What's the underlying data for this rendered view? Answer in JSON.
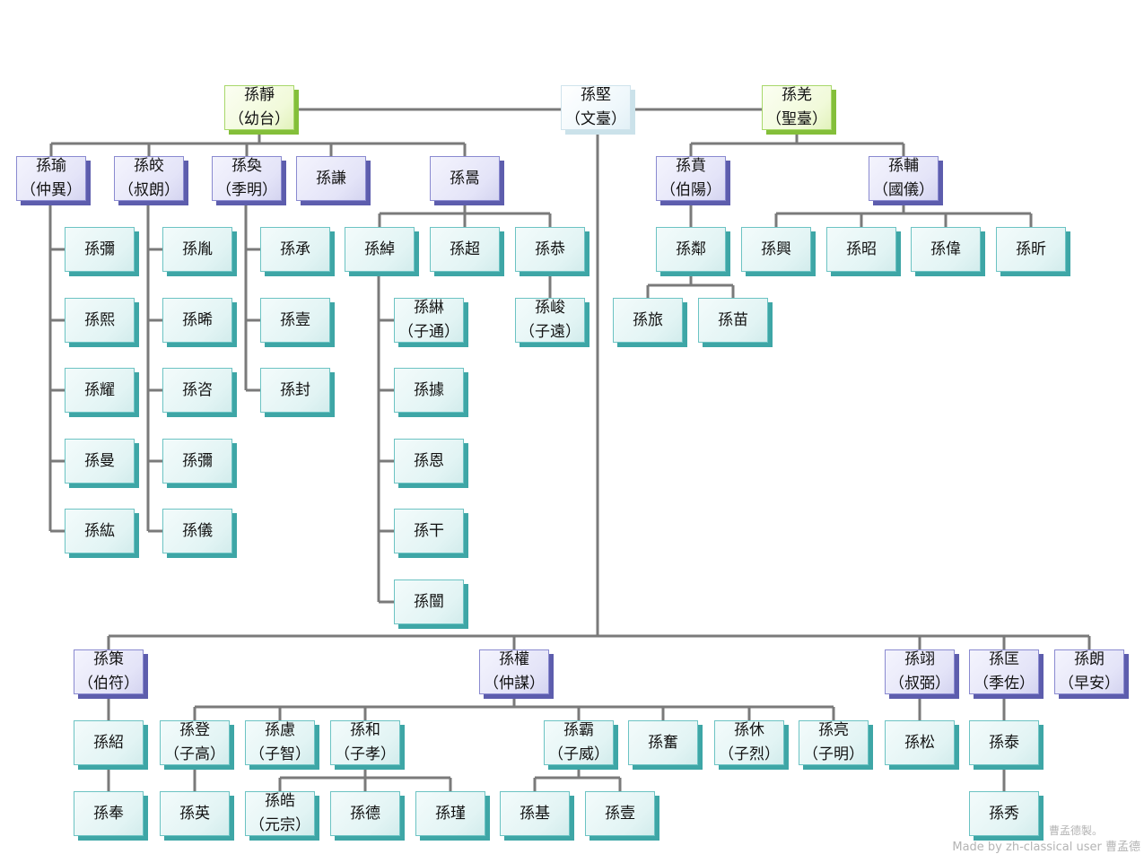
{
  "nodes": [
    {
      "id": "sun-jian",
      "name": "孫堅",
      "courtesy": "（文臺）"
    },
    {
      "id": "sun-jing",
      "name": "孫靜",
      "courtesy": "（幼台）"
    },
    {
      "id": "sun-qiang",
      "name": "孫羌",
      "courtesy": "（聖臺）"
    },
    {
      "id": "sun-yu",
      "name": "孫瑜",
      "courtesy": "（仲異）"
    },
    {
      "id": "sun-jiao",
      "name": "孫皎",
      "courtesy": "（叔朗）"
    },
    {
      "id": "sun-huan",
      "name": "孫奐",
      "courtesy": "（季明）"
    },
    {
      "id": "sun-qian",
      "name": "孫謙",
      "courtesy": ""
    },
    {
      "id": "sun-hao-j",
      "name": "孫暠",
      "courtesy": ""
    },
    {
      "id": "sun-ben",
      "name": "孫賁",
      "courtesy": "（伯陽）"
    },
    {
      "id": "sun-fu",
      "name": "孫輔",
      "courtesy": "（國儀）"
    },
    {
      "id": "sun-mi-1",
      "name": "孫彌",
      "courtesy": ""
    },
    {
      "id": "sun-xi",
      "name": "孫熙",
      "courtesy": ""
    },
    {
      "id": "sun-yao",
      "name": "孫耀",
      "courtesy": ""
    },
    {
      "id": "sun-man",
      "name": "孫曼",
      "courtesy": ""
    },
    {
      "id": "sun-hong",
      "name": "孫紘",
      "courtesy": ""
    },
    {
      "id": "sun-yin",
      "name": "孫胤",
      "courtesy": ""
    },
    {
      "id": "sun-xi2",
      "name": "孫晞",
      "courtesy": ""
    },
    {
      "id": "sun-xin",
      "name": "孫咨",
      "courtesy": ""
    },
    {
      "id": "sun-mi-2",
      "name": "孫彌",
      "courtesy": ""
    },
    {
      "id": "sun-yi-j",
      "name": "孫儀",
      "courtesy": ""
    },
    {
      "id": "sun-cheng",
      "name": "孫承",
      "courtesy": ""
    },
    {
      "id": "sun-yi-h",
      "name": "孫壹",
      "courtesy": ""
    },
    {
      "id": "sun-feng-h",
      "name": "孫封",
      "courtesy": ""
    },
    {
      "id": "sun-chuo",
      "name": "孫綽",
      "courtesy": ""
    },
    {
      "id": "sun-chao",
      "name": "孫超",
      "courtesy": ""
    },
    {
      "id": "sun-gong",
      "name": "孫恭",
      "courtesy": ""
    },
    {
      "id": "sun-lin",
      "name": "孫綝",
      "courtesy": "（子通）"
    },
    {
      "id": "sun-ju",
      "name": "孫據",
      "courtesy": ""
    },
    {
      "id": "sun-en",
      "name": "孫恩",
      "courtesy": ""
    },
    {
      "id": "sun-gan",
      "name": "孫干",
      "courtesy": ""
    },
    {
      "id": "sun-kai",
      "name": "孫闓",
      "courtesy": ""
    },
    {
      "id": "sun-jun",
      "name": "孫峻",
      "courtesy": "（子遠）"
    },
    {
      "id": "sun-lin2",
      "name": "孫鄰",
      "courtesy": ""
    },
    {
      "id": "sun-lv",
      "name": "孫旅",
      "courtesy": ""
    },
    {
      "id": "sun-miao",
      "name": "孫苗",
      "courtesy": ""
    },
    {
      "id": "sun-xing",
      "name": "孫興",
      "courtesy": ""
    },
    {
      "id": "sun-zhao",
      "name": "孫昭",
      "courtesy": ""
    },
    {
      "id": "sun-wei",
      "name": "孫偉",
      "courtesy": ""
    },
    {
      "id": "sun-xin2",
      "name": "孫昕",
      "courtesy": ""
    },
    {
      "id": "sun-ce",
      "name": "孫策",
      "courtesy": "（伯符）"
    },
    {
      "id": "sun-quan",
      "name": "孫權",
      "courtesy": "（仲謀）"
    },
    {
      "id": "sun-yi",
      "name": "孫翊",
      "courtesy": "（叔弼）"
    },
    {
      "id": "sun-kuang",
      "name": "孫匡",
      "courtesy": "（季佐）"
    },
    {
      "id": "sun-lang",
      "name": "孫朗",
      "courtesy": "（早安）"
    },
    {
      "id": "sun-shao",
      "name": "孫紹",
      "courtesy": ""
    },
    {
      "id": "sun-feng",
      "name": "孫奉",
      "courtesy": ""
    },
    {
      "id": "sun-deng",
      "name": "孫登",
      "courtesy": "（子高）"
    },
    {
      "id": "sun-lv2",
      "name": "孫慮",
      "courtesy": "（子智）"
    },
    {
      "id": "sun-he",
      "name": "孫和",
      "courtesy": "（子孝）"
    },
    {
      "id": "sun-ba",
      "name": "孫霸",
      "courtesy": "（子威）"
    },
    {
      "id": "sun-fen",
      "name": "孫奮",
      "courtesy": ""
    },
    {
      "id": "sun-xiu",
      "name": "孫休",
      "courtesy": "（子烈）"
    },
    {
      "id": "sun-liang",
      "name": "孫亮",
      "courtesy": "（子明）"
    },
    {
      "id": "sun-song",
      "name": "孫松",
      "courtesy": ""
    },
    {
      "id": "sun-tai",
      "name": "孫泰",
      "courtesy": ""
    },
    {
      "id": "sun-xiu2",
      "name": "孫秀",
      "courtesy": ""
    },
    {
      "id": "sun-ying",
      "name": "孫英",
      "courtesy": ""
    },
    {
      "id": "sun-hao",
      "name": "孫皓",
      "courtesy": "（元宗）"
    },
    {
      "id": "sun-de",
      "name": "孫德",
      "courtesy": ""
    },
    {
      "id": "sun-jin",
      "name": "孫瑾",
      "courtesy": ""
    },
    {
      "id": "sun-ji",
      "name": "孫基",
      "courtesy": ""
    },
    {
      "id": "sun-yi2",
      "name": "孫壹",
      "courtesy": ""
    }
  ],
  "credits": {
    "line1": "曹孟德製。",
    "line2": "Made by zh-classical user 曹孟德"
  }
}
